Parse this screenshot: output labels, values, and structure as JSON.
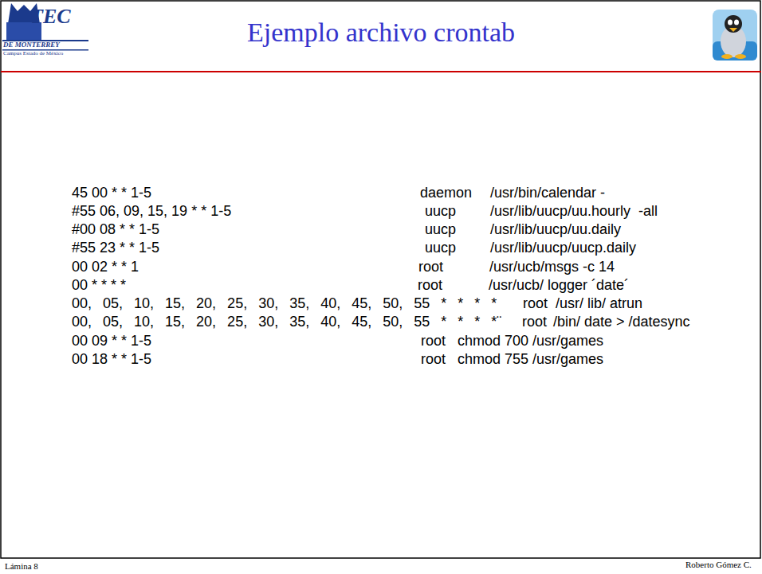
{
  "diagram": {
    "title": "Ejemplo archivo crontab",
    "labels": [
      "TEC",
      "DE MONTERREY",
      "Campus Estado de México",
      "45 00 * * 1-5",
      "daemon",
      "/usr/bin/calendar -",
      "#55 06, 09, 15, 19 * * 1-5",
      "uucp",
      "/usr/lib/uucp/uu.hourly  -all",
      "#00 08 * * 1-5",
      "uucp",
      "/usr/lib/uucp/uu.daily",
      "#55 23 * * 1-5",
      "uucp",
      "/usr/lib/uucp/uucp.daily",
      "00 02 * * 1",
      "root",
      "/usr/ucb/msgs -c 14",
      "00 * * * *",
      "root",
      "/usr/ucb/ logger ´date´",
      "00, 05, 10, 15, 20, 25, 30, 35, 40, 45, 50, 55 * * * *",
      "root",
      "/usr/ lib/ atrun",
      "00, 05, 10, 15, 20, 25, 30, 35, 40, 45, 50, 55 * * * *¨",
      "root",
      "/bin/ date > /datesync",
      "00 09 * * 1-5",
      "root",
      "chmod 700 /usr/games",
      "00 18 * * 1-5",
      "root",
      "chmod 755 /usr/games",
      "Lámina 8",
      "Roberto Gómez C."
    ]
  }
}
